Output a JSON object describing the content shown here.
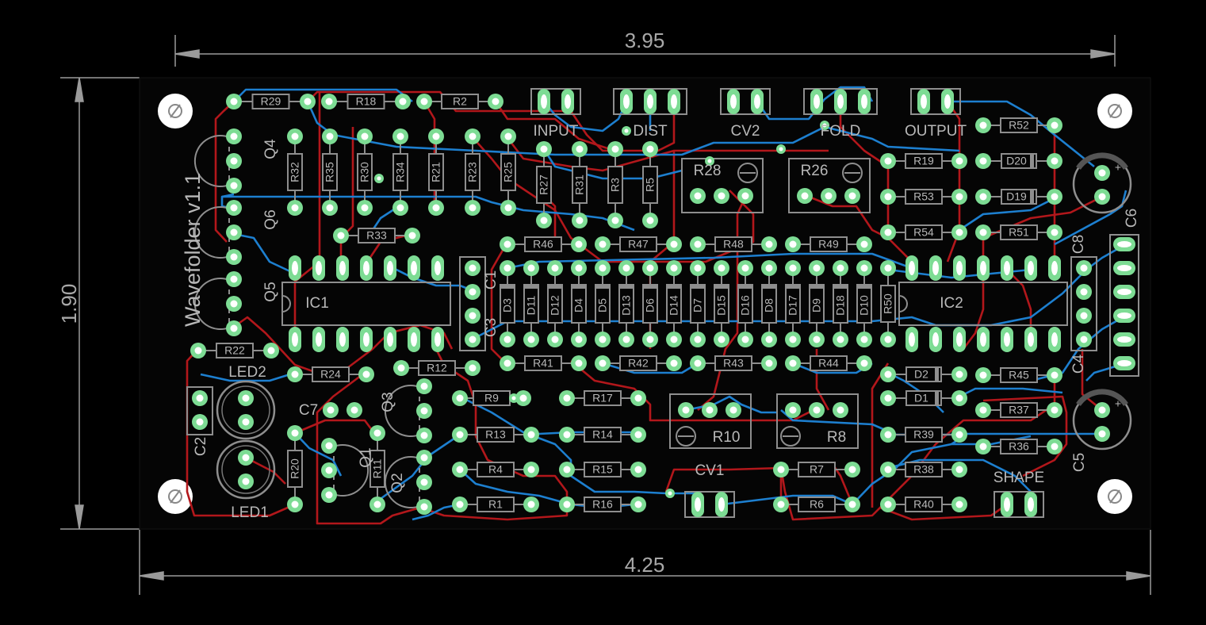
{
  "board": {
    "title": "Wavefolder v1.1",
    "width_label": "4.25",
    "top_width_label": "3.95",
    "height_label": "1.90"
  },
  "colors": {
    "background": "#000000",
    "board": "#050505",
    "pad": "#7ddc94",
    "top_trace": "#b2171b",
    "bottom_trace": "#1d7fcf",
    "silkscreen": "#b8b8b8",
    "dimension": "#a0a0a0"
  },
  "connectors": [
    {
      "name": "INPUT",
      "pins": 2
    },
    {
      "name": "DIST",
      "pins": 3
    },
    {
      "name": "CV2",
      "pins": 2
    },
    {
      "name": "FOLD",
      "pins": 3
    },
    {
      "name": "OUTPUT",
      "pins": 2
    },
    {
      "name": "CV1",
      "pins": 2
    },
    {
      "name": "SHAPE",
      "pins": 2
    }
  ],
  "ics": [
    "IC1",
    "IC2"
  ],
  "transistors": [
    "Q1",
    "Q2",
    "Q3",
    "Q4",
    "Q5",
    "Q6"
  ],
  "leds": [
    "LED1",
    "LED2"
  ],
  "capacitors": [
    "C1",
    "C2",
    "C3",
    "C4",
    "C5",
    "C6",
    "C7",
    "C8"
  ],
  "trimmers": [
    "R8",
    "R10",
    "R26",
    "R28"
  ],
  "horizontal_resistors": [
    "R29",
    "R18",
    "R2",
    "R52",
    "R19",
    "R53",
    "R54",
    "R51",
    "R33",
    "R46",
    "R47",
    "R48",
    "R49",
    "R22",
    "R24",
    "R12",
    "R41",
    "R42",
    "R43",
    "R44",
    "R45",
    "R9",
    "R17",
    "R37",
    "R13",
    "R14",
    "R39",
    "R36",
    "R4",
    "R15",
    "R7",
    "R38",
    "R1",
    "R16",
    "R6",
    "R40"
  ],
  "vertical_resistors": [
    "R32",
    "R35",
    "R30",
    "R34",
    "R21",
    "R23",
    "R25",
    "R27",
    "R31",
    "R3",
    "R5",
    "R50",
    "R20",
    "R11"
  ],
  "horizontal_diodes": [
    "D20",
    "D19",
    "D2",
    "D1"
  ],
  "vertical_diodes": [
    "D3",
    "D11",
    "D12",
    "D4",
    "D5",
    "D13",
    "D6",
    "D14",
    "D7",
    "D15",
    "D16",
    "D8",
    "D17",
    "D9",
    "D18",
    "D10"
  ]
}
